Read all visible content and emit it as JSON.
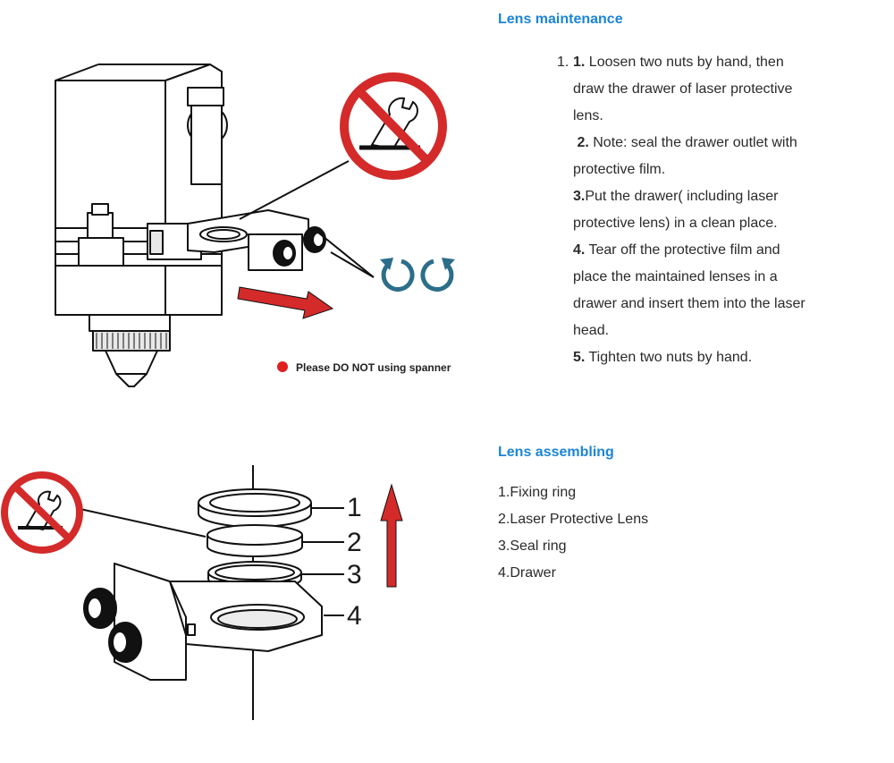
{
  "maintenance": {
    "title": "Lens maintenance",
    "list_marker": "1.",
    "steps": [
      {
        "num": "1.",
        "text": " Loosen two nuts by hand, then draw the drawer of laser protective lens."
      },
      {
        "num": "2.",
        "text": " Note: seal the drawer outlet with protective film."
      },
      {
        "num": "3.",
        "text": "Put the drawer( including laser protective lens) in a clean place."
      },
      {
        "num": "4.",
        "text": " Tear off the protective film and place the maintained lenses in a drawer and insert them into the laser head."
      },
      {
        "num": "5.",
        "text": " Tighten two nuts by hand."
      }
    ]
  },
  "figure_top": {
    "note": "Please DO NOT using spanner",
    "icons": [
      "laser-head-illustration",
      "no-spanner-sign-icon",
      "rotate-counterclockwise-icon",
      "rotate-clockwise-icon",
      "pull-direction-arrow-icon"
    ]
  },
  "assembling": {
    "title": "Lens assembling",
    "parts": [
      "1.Fixing ring",
      "2.Laser Protective Lens",
      "3.Seal ring",
      "4.Drawer"
    ]
  },
  "figure_bottom": {
    "callouts": [
      "1",
      "2",
      "3",
      "4"
    ],
    "icons": [
      "lens-stack-exploded-view",
      "no-spanner-sign-icon",
      "lift-up-arrow-icon"
    ]
  },
  "colors": {
    "heading": "#1b85d6",
    "warning_red": "#d42a2a",
    "rotate_icon": "#2c6e8a",
    "line": "#111111"
  }
}
